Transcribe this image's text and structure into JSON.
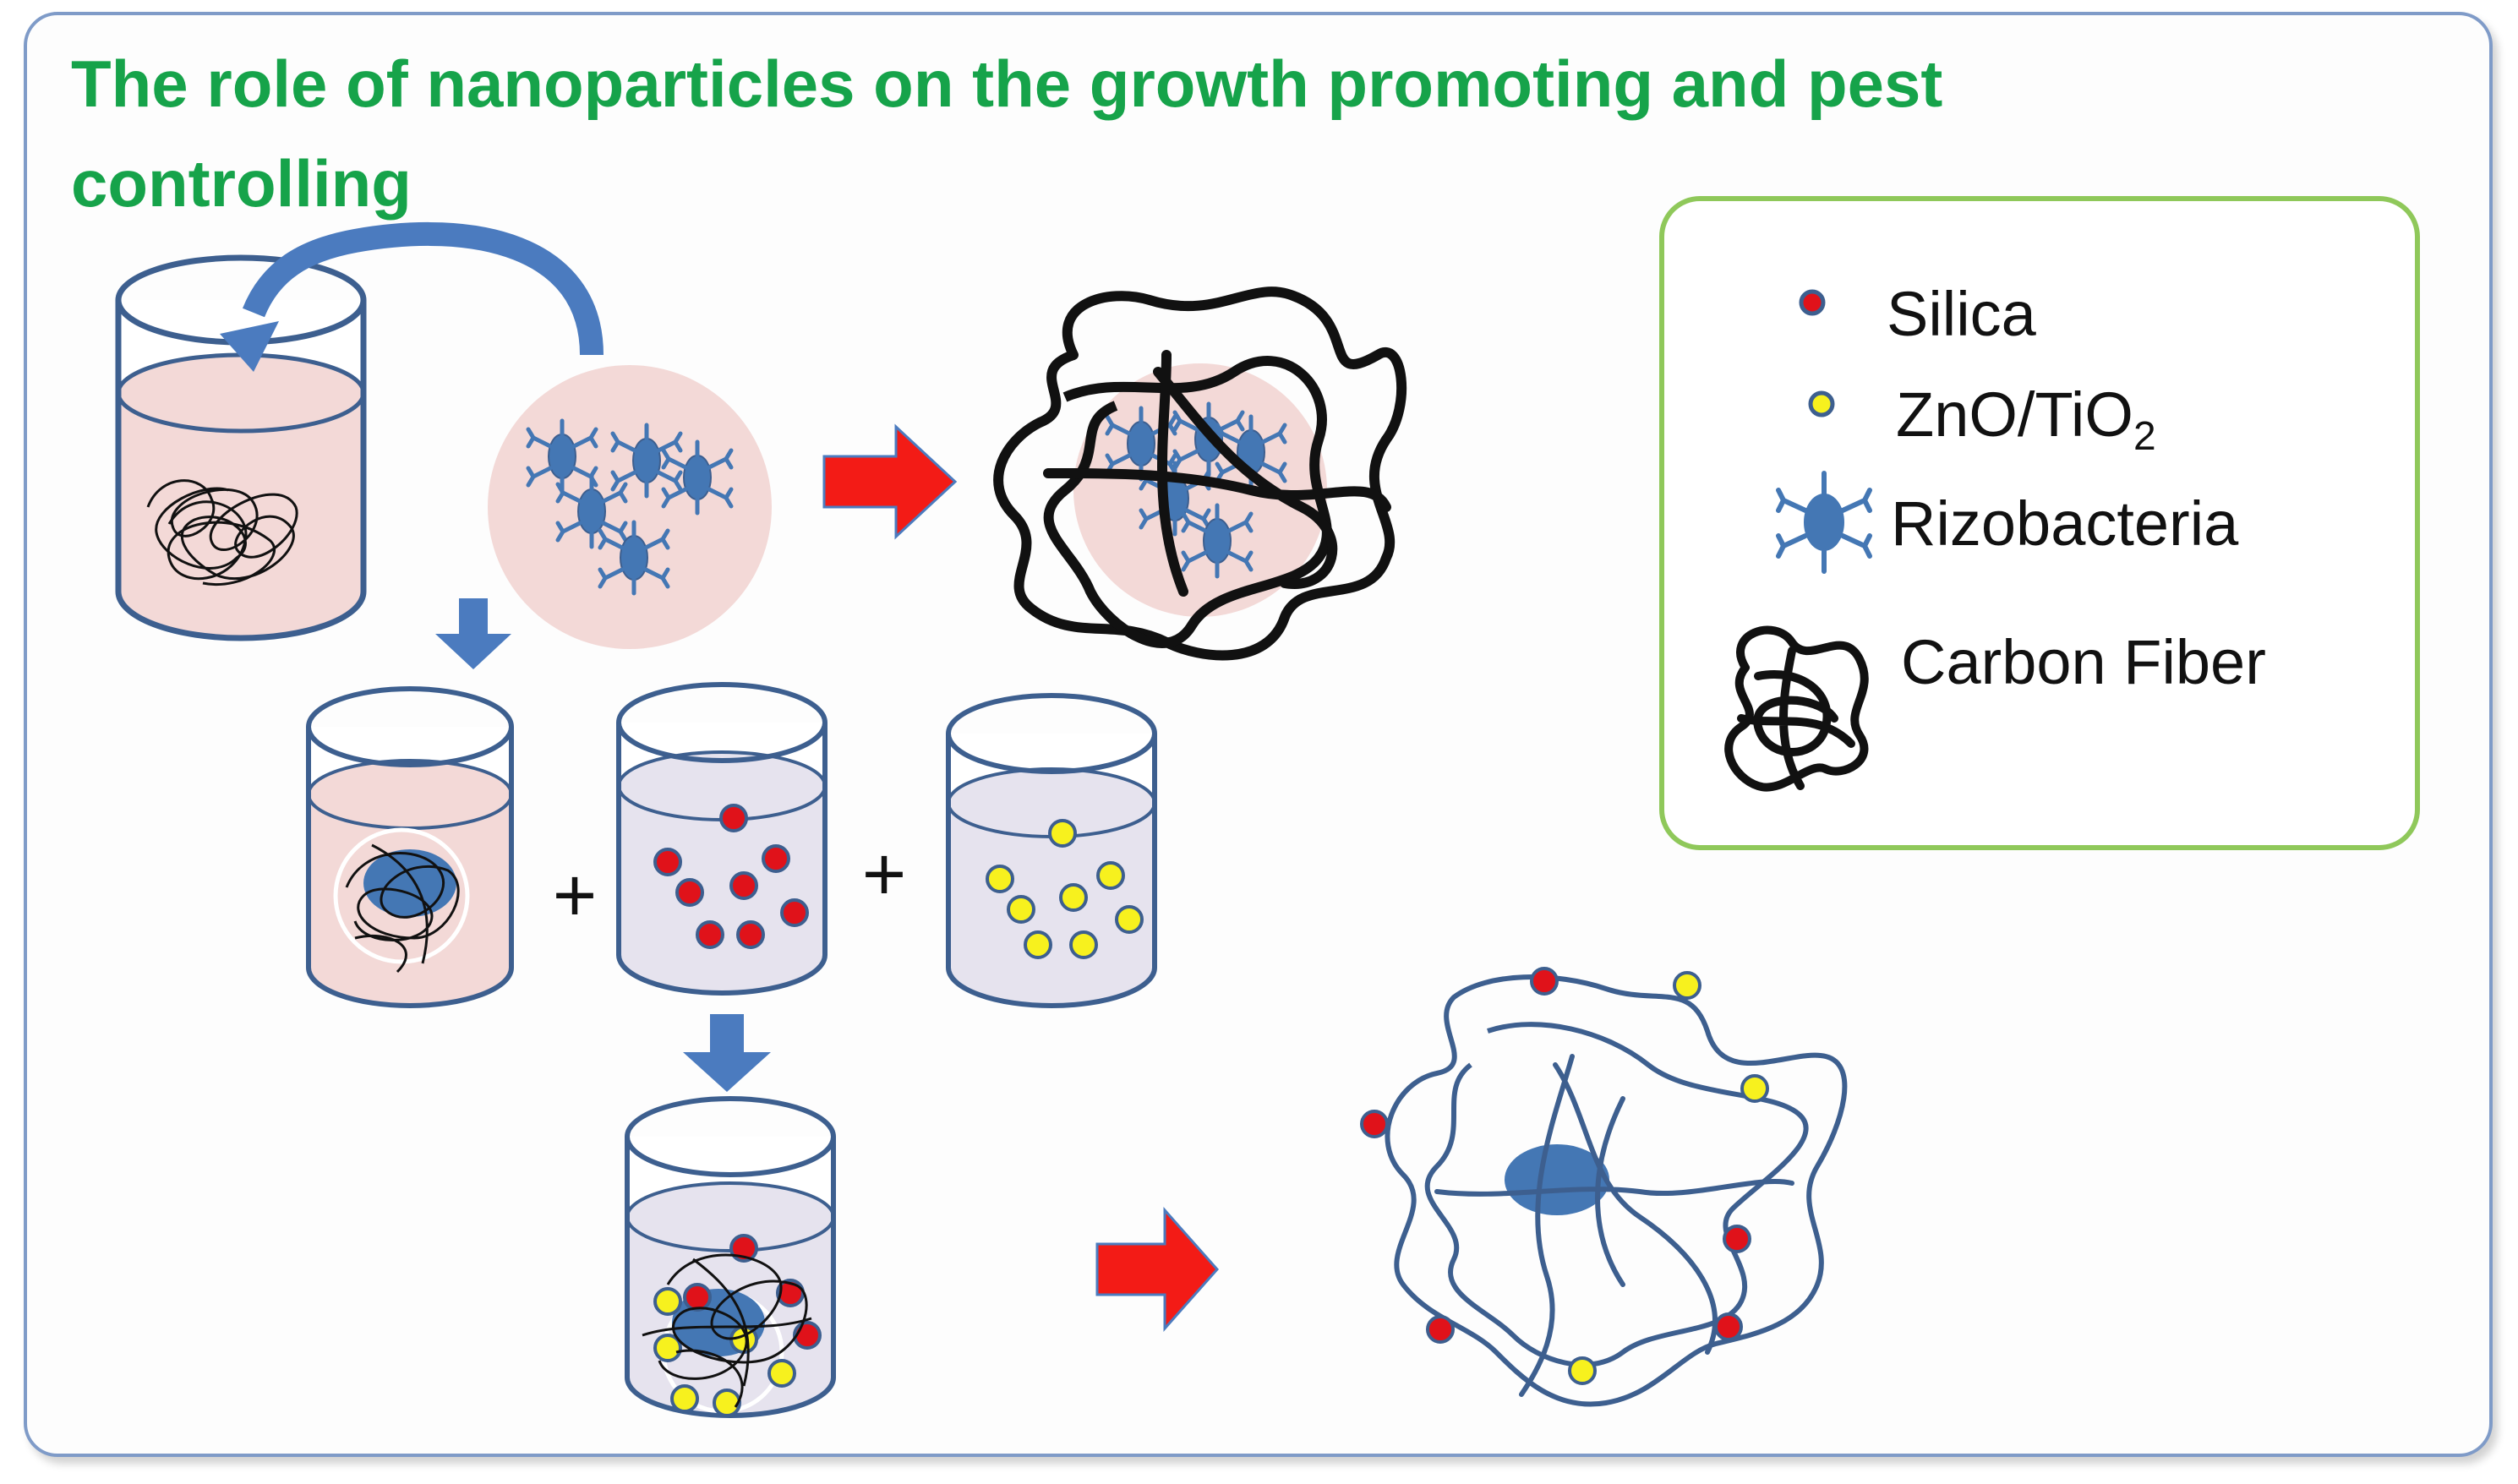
{
  "title": "The role of nanoparticles on the growth promoting and pest controlling",
  "legend": {
    "items": [
      {
        "name": "Silica",
        "marker": "silica-dot"
      },
      {
        "name": "ZnO/TiO",
        "subscript": "2",
        "marker": "zno-dot"
      },
      {
        "name": "Rizobacteria",
        "marker": "rizobacteria-icon"
      },
      {
        "name": "Carbon Fiber",
        "marker": "carbon-fiber-icon"
      }
    ]
  },
  "operators": {
    "plus_1": "+",
    "plus_2": "+"
  },
  "colors": {
    "title": "#16a34a",
    "frame_border": "#7f9bc8",
    "legend_border": "#8fc85a",
    "beaker_outline": "#3d5f8f",
    "pink_solution": "#f3d9d7",
    "blue_solution": "#e6e3ee",
    "arrow_blue": "#4b7bbf",
    "arrow_red": "#f31b16",
    "silica_fill": "#e0121a",
    "zno_fill": "#f7f11e",
    "bacteria_fill": "#4477b4",
    "fiber_black": "#111111",
    "fiber_blue": "#3d5f8f"
  }
}
